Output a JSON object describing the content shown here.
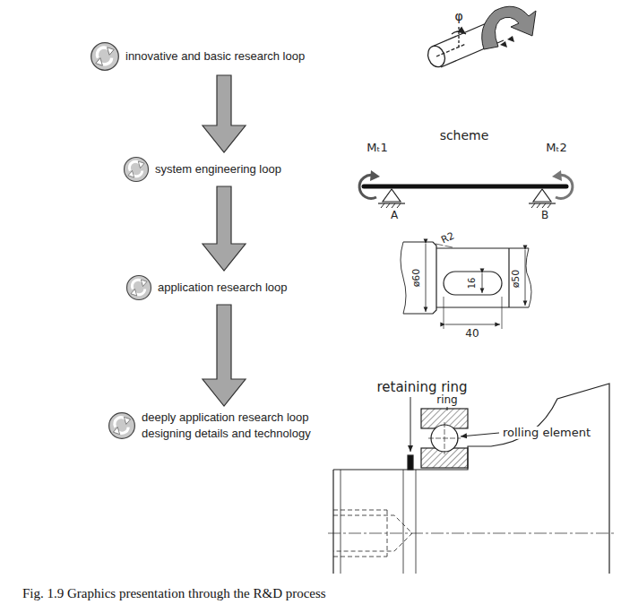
{
  "diagram": {
    "caption": "Fig. 1.9 Graphics presentation through the R&D process",
    "nodes": [
      {
        "text": [
          "innovative and basic research loop"
        ]
      },
      {
        "text": [
          "system engineering loop"
        ]
      },
      {
        "text": [
          "application research loop"
        ]
      },
      {
        "text": [
          "deeply application research loop",
          "designing details and technology"
        ]
      }
    ],
    "edges": [
      {
        "from": 0,
        "to": 1,
        "arrow": "to"
      },
      {
        "from": 1,
        "to": 2,
        "arrow": "to"
      },
      {
        "from": 2,
        "to": 3,
        "arrow": "to"
      }
    ],
    "labels": [
      "φ",
      "scheme",
      "Mₜ1",
      "Mₜ2",
      "A",
      "B",
      "R2",
      "ø60",
      "16",
      "ø50",
      "40",
      "retaining ring",
      "ring",
      "rolling element"
    ]
  }
}
